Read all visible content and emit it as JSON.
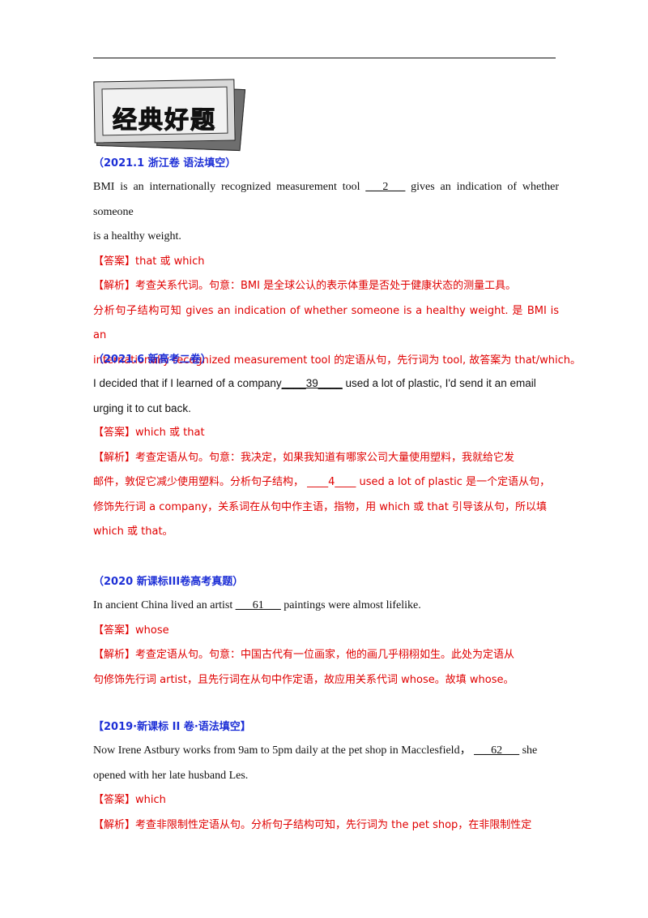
{
  "badge": {
    "text": "经典好题"
  },
  "items": [
    {
      "source": "（2021.1  浙江卷  语法填空）",
      "question": [
        {
          "pre": "BMI is an internationally recognized measurement tool ",
          "blank": "___2___",
          "post": " gives an indication of whether someone"
        },
        {
          "pre": "is a healthy weight.",
          "blank": "",
          "post": ""
        }
      ],
      "answer": "【答案】that  或  which",
      "analysis": [
        "【解析】考查关系代词。句意：BMI 是全球公认的表示体重是否处于健康状态的测量工具。",
        "分析句子结构可知 gives an indication of whether someone is a healthy weight. 是 BMI is an",
        "internationally recognized measurement tool 的定语从句，先行词为 tool, 故答案为 that/which。"
      ]
    },
    {
      "source": "（2021.6 新高考二卷）",
      "question": [
        {
          "pre": " I decided that if I learned of a company",
          "blank": "____39____",
          "post": "  used a lot of plastic, I'd send it an email"
        },
        {
          "pre": "urging it to cut back.",
          "blank": "",
          "post": ""
        }
      ],
      "answer": "【答案】which 或 that",
      "analysis": [
        "【解析】考查定语从句。句意：我决定，如果我知道有哪家公司大量使用塑料，我就给它发",
        "邮件，敦促它减少使用塑料。分析句子结构，  ____4____ used a lot of plastic 是一个定语从句，",
        "修饰先行词 a company，关系词在从句中作主语，指物，用 which 或 that 引导该从句，所以填",
        "which 或 that。"
      ]
    },
    {
      "source": "（2020 新课标III卷高考真题）",
      "question": [
        {
          "pre": "In ancient China lived an artist  ",
          "blank": "___61___",
          "post": "  paintings were almost lifelike."
        }
      ],
      "answer": "【答案】whose",
      "analysis": [
        "【解析】考查定语从句。句意：中国古代有一位画家，他的画几乎栩栩如生。此处为定语从",
        "句修饰先行词 artist，且先行词在从句中作定语，故应用关系代词 whose。故填 whose。"
      ]
    },
    {
      "source": "【2019·新课标 II 卷·语法填空】",
      "question": [
        {
          "pre": "Now Irene Astbury works from 9am to 5pm daily at the pet shop in Macclesfield，  ",
          "blank": "___62___",
          "post": "  she"
        },
        {
          "pre": "opened with her late husband Les.",
          "blank": "",
          "post": ""
        }
      ],
      "answer": "【答案】which",
      "analysis": [
        "【解析】考查非限制性定语从句。分析句子结构可知，先行词为 the pet shop，在非限制性定"
      ]
    }
  ]
}
